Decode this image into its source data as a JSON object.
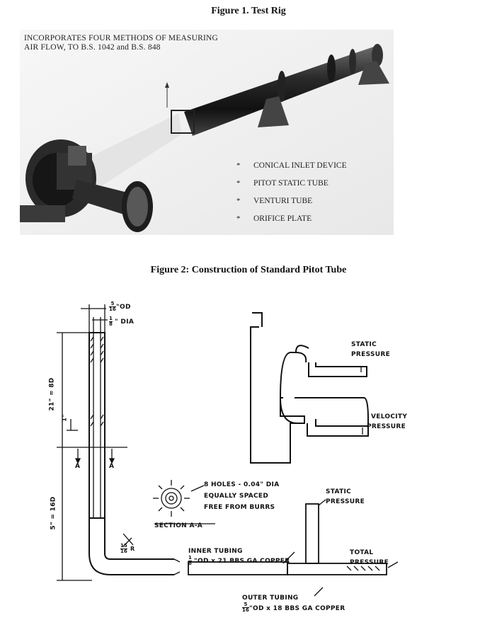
{
  "figure1": {
    "title": "Figure 1. Test Rig",
    "caption_line1": "INCORPORATES FOUR METHODS OF MEASURING",
    "caption_line2": "AIR FLOW, TO B.S. 1042 and B.S. 848",
    "bullet_symbol": "*",
    "items": [
      "CONICAL INLET DEVICE",
      "PITOT STATIC TUBE",
      "VENTURI TUBE",
      "ORIFICE PLATE"
    ]
  },
  "figure2": {
    "title": "Figure 2: Construction of Standard Pitot Tube",
    "od_label": "\"OD",
    "od_fraction": {
      "num": "5",
      "den": "16"
    },
    "dia_label": "\" DIA",
    "dia_fraction": {
      "num": "1",
      "den": "8"
    },
    "dim_8d": "1\" = 8D",
    "dim_8d_whole": "2",
    "dim_16d": "5\" = 16D",
    "dim_small": "1\"",
    "section_marker": "A",
    "holes_line1": "8 HOLES - 0.04\" DIA",
    "holes_line2": "EQUALLY SPACED",
    "holes_line3": "FREE FROM BURRS",
    "section_label": "SECTION A-A",
    "bend_fraction": {
      "num": "15",
      "den": "16"
    },
    "bend_unit": "R",
    "static_pressure_top_line1": "STATIC",
    "static_pressure_top_line2": "PRESSURE",
    "velocity_pressure_line1": "VELOCITY",
    "velocity_pressure_line2": "PRESSURE",
    "static_pressure_bottom_line1": "STATIC",
    "static_pressure_bottom_line2": "PRESSURE",
    "inner_tubing_line1": "INNER TUBING",
    "inner_tubing_line2": "\"OD x 21 BBS GA COPPER",
    "inner_fraction": {
      "num": "1",
      "den": "8"
    },
    "total_pressure_line1": "TOTAL",
    "total_pressure_line2": "PRESSURE",
    "outer_tubing_line1": "OUTER TUBING",
    "outer_tubing_line2": "\"OD x 18 BBS GA COPPER",
    "outer_fraction": {
      "num": "5",
      "den": "16"
    }
  }
}
